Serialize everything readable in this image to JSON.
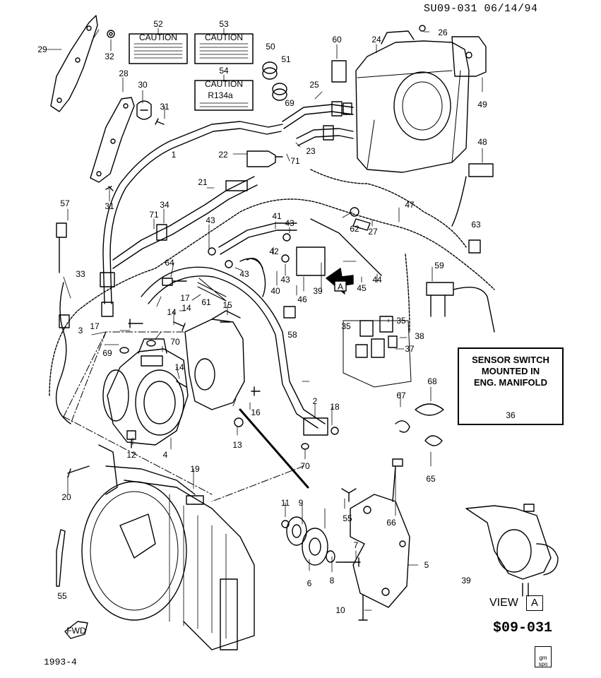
{
  "header": {
    "ref": "SU09-031 06/14/94"
  },
  "labels": {
    "caution_52": "CAUTION",
    "caution_53": "CAUTION",
    "caution_54": "CAUTION",
    "refrigerant": "R134a"
  },
  "sensor_box": {
    "line1": "SENSOR SWITCH",
    "line2": "MOUNTED IN",
    "line3": "ENG. MANIFOLD",
    "part": "36"
  },
  "view": {
    "label": "VIEW",
    "letter": "A",
    "part": "39"
  },
  "arrow_marker": "A",
  "footer": {
    "code": "$09-031",
    "year": "1993-4",
    "badge_top": "gm",
    "badge_bottom": "spo"
  },
  "fwd_arrow_text": "FWD",
  "callouts": {
    "c1": "1",
    "c2": "2",
    "c3": "3",
    "c4": "4",
    "c5": "5",
    "c6": "6",
    "c7": "7",
    "c8": "8",
    "c9": "9",
    "c10": "10",
    "c11": "11",
    "c12": "12",
    "c13": "13",
    "c14a": "14",
    "c14b": "14",
    "c14c": "14",
    "c15": "15",
    "c16": "16",
    "c17a": "17",
    "c17b": "17",
    "c18": "18",
    "c19": "19",
    "c20": "20",
    "c21": "21",
    "c22": "22",
    "c23": "23",
    "c24": "24",
    "c25": "25",
    "c26": "26",
    "c27": "27",
    "c28": "28",
    "c29": "29",
    "c30": "30",
    "c31a": "31",
    "c31b": "31",
    "c32": "32",
    "c33": "33",
    "c34": "34",
    "c35a": "35",
    "c35b": "35",
    "c37": "37",
    "c38": "38",
    "c39": "39",
    "c40": "40",
    "c41": "41",
    "c42": "42",
    "c43a": "43",
    "c43b": "43",
    "c43c": "43",
    "c43d": "43",
    "c44": "44",
    "c45": "45",
    "c46": "46",
    "c47": "47",
    "c48": "48",
    "c49": "49",
    "c50": "50",
    "c51": "51",
    "c52": "52",
    "c53": "53",
    "c54": "54",
    "c55a": "55",
    "c55b": "55",
    "c57": "57",
    "c58": "58",
    "c59": "59",
    "c60": "60",
    "c61": "61",
    "c62": "62",
    "c63": "63",
    "c64": "64",
    "c65": "65",
    "c66": "66",
    "c67": "67",
    "c68": "68",
    "c69a": "69",
    "c69b": "69",
    "c70a": "70",
    "c70b": "70",
    "c71a": "71",
    "c71b": "71"
  }
}
